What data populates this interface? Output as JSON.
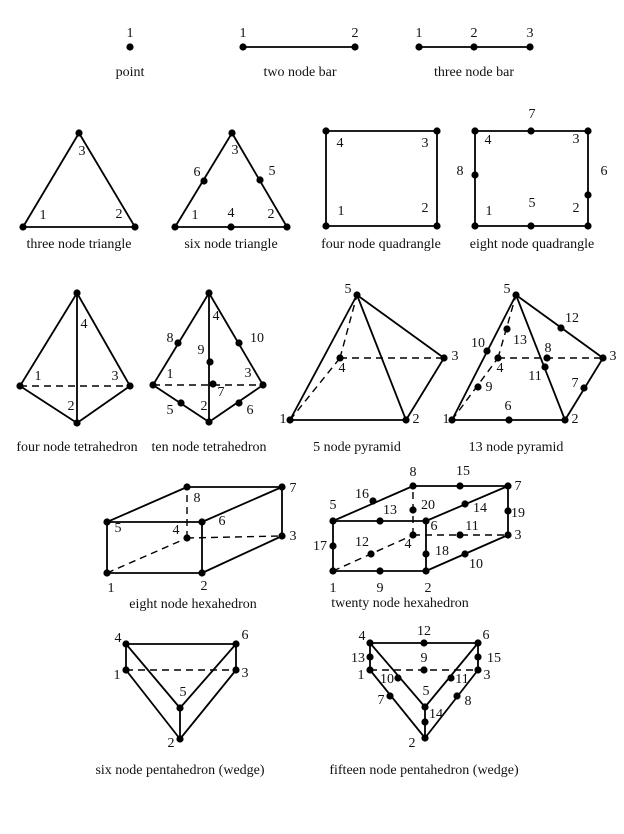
{
  "elements": [
    {
      "caption": "point",
      "nodes": [
        "1"
      ]
    },
    {
      "caption": "two node bar",
      "nodes": [
        "1",
        "2"
      ]
    },
    {
      "caption": "three node bar",
      "nodes": [
        "1",
        "2",
        "3"
      ]
    },
    {
      "caption": "three node triangle",
      "nodes": [
        "1",
        "2",
        "3"
      ]
    },
    {
      "caption": "six node triangle",
      "nodes": [
        "1",
        "2",
        "3",
        "4",
        "5",
        "6"
      ]
    },
    {
      "caption": "four node quadrangle",
      "nodes": [
        "1",
        "2",
        "3",
        "4"
      ]
    },
    {
      "caption": "eight node quadrangle",
      "nodes": [
        "1",
        "2",
        "3",
        "4",
        "5",
        "6",
        "7",
        "8"
      ]
    },
    {
      "caption": "four node tetrahedron",
      "nodes": [
        "1",
        "2",
        "3",
        "4"
      ]
    },
    {
      "caption": "ten node tetrahedron",
      "nodes": [
        "1",
        "2",
        "3",
        "4",
        "5",
        "6",
        "7",
        "8",
        "9",
        "10"
      ]
    },
    {
      "caption": "5 node pyramid",
      "nodes": [
        "1",
        "2",
        "3",
        "4",
        "5"
      ]
    },
    {
      "caption": "13 node pyramid",
      "nodes": [
        "1",
        "2",
        "3",
        "4",
        "5",
        "6",
        "7",
        "8",
        "9",
        "10",
        "11",
        "12",
        "13"
      ]
    },
    {
      "caption": "eight node hexahedron",
      "nodes": [
        "1",
        "2",
        "3",
        "4",
        "5",
        "6",
        "7",
        "8"
      ]
    },
    {
      "caption": "twenty node hexahedron",
      "nodes": [
        "1",
        "2",
        "3",
        "4",
        "5",
        "6",
        "7",
        "8",
        "9",
        "10",
        "11",
        "12",
        "13",
        "14",
        "15",
        "16",
        "17",
        "18",
        "19",
        "20"
      ]
    },
    {
      "caption": "six node pentahedron (wedge)",
      "nodes": [
        "1",
        "2",
        "3",
        "4",
        "5",
        "6"
      ]
    },
    {
      "caption": "fifteen node pentahedron (wedge)",
      "nodes": [
        "1",
        "2",
        "3",
        "4",
        "5",
        "6",
        "7",
        "8",
        "9",
        "10",
        "11",
        "12",
        "13",
        "14",
        "15"
      ]
    }
  ]
}
